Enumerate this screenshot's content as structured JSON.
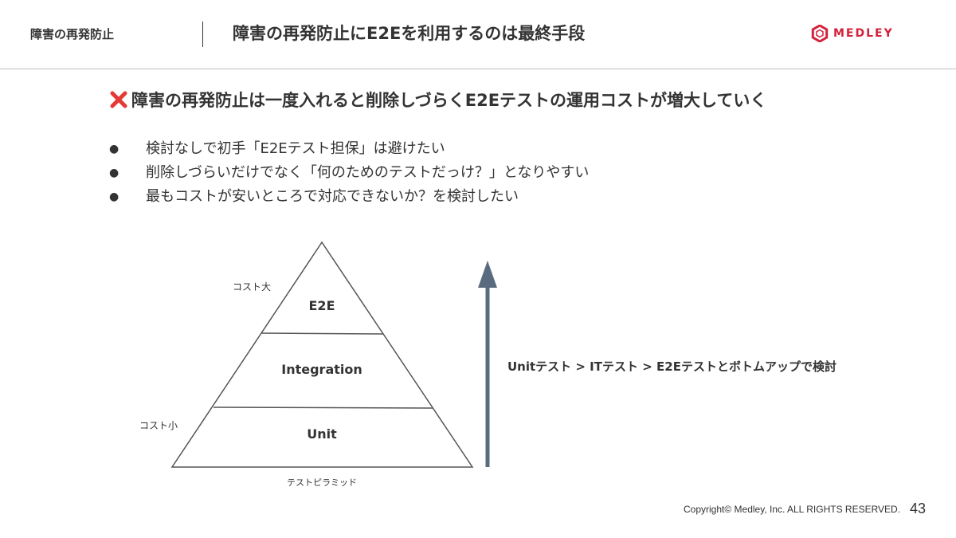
{
  "header": {
    "section_label": "障害の再発防止",
    "title": "障害の再発防止にE2Eを利用するのは最終手段",
    "logo_text": "MEDLEY",
    "logo_color": "#d4213a"
  },
  "headline": {
    "icon": "cross-mark-icon",
    "text": "障害の再発防止は一度入れると削除しづらくE2Eテストの運用コストが増大していく"
  },
  "bullets": [
    "検討なしで初手「E2Eテスト担保」は避けたい",
    "削除しづらいだけでなく「何のためのテストだっけ？」となりやすい",
    "最もコストが安いところで対応できないか？を検討したい"
  ],
  "pyramid": {
    "top_label": "E2E",
    "middle_label": "Integration",
    "bottom_label": "Unit",
    "cost_high": "コスト大",
    "cost_low": "コスト小",
    "caption": "テストピラミッド"
  },
  "arrow": {
    "color": "#5a6b80",
    "note": "Unitテスト > ITテスト > E2Eテストとボトムアップで検討"
  },
  "footer": {
    "copyright": "Copyright© Medley, Inc. ALL RIGHTS RESERVED.",
    "page_number": "43"
  }
}
